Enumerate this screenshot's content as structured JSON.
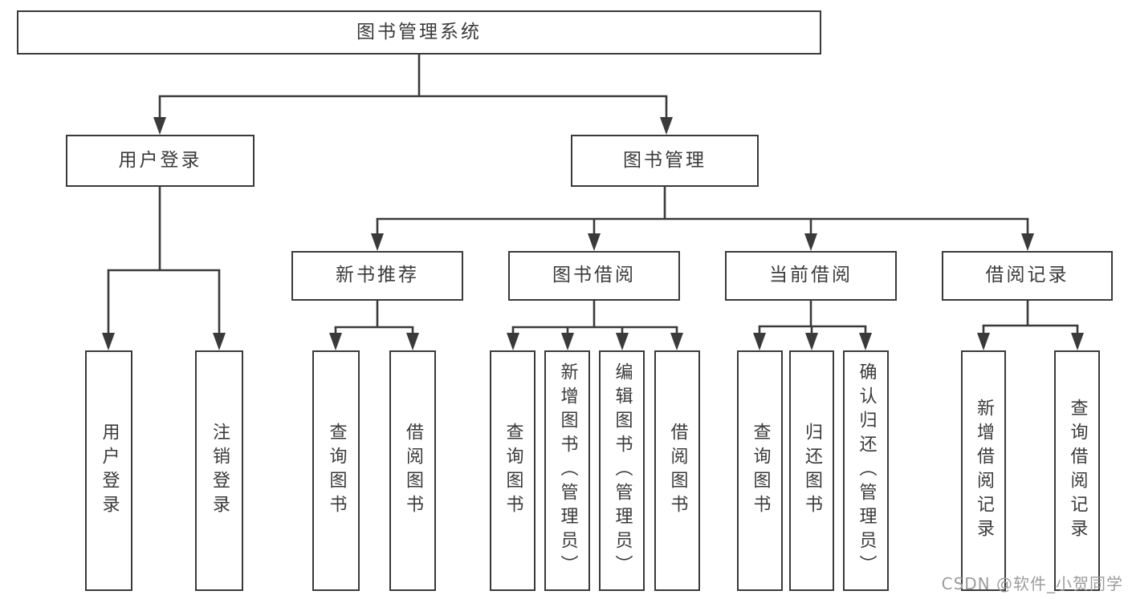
{
  "tree": {
    "label": "图书管理系统",
    "children": [
      {
        "label": "用户登录",
        "children": [
          {
            "label": "用户登录"
          },
          {
            "label": "注销登录"
          }
        ]
      },
      {
        "label": "图书管理",
        "children": [
          {
            "label": "新书推荐",
            "children": [
              {
                "label": "查询图书"
              },
              {
                "label": "借阅图书"
              }
            ]
          },
          {
            "label": "图书借阅",
            "children": [
              {
                "label": "查询图书"
              },
              {
                "label": "新增图书（管理员）"
              },
              {
                "label": "编辑图书（管理员）"
              },
              {
                "label": "借阅图书"
              }
            ]
          },
          {
            "label": "当前借阅",
            "children": [
              {
                "label": "查询图书"
              },
              {
                "label": "归还图书"
              },
              {
                "label": "确认归还（管理员）"
              }
            ]
          },
          {
            "label": "借阅记录",
            "children": [
              {
                "label": "新增借阅记录"
              },
              {
                "label": "查询借阅记录"
              }
            ]
          }
        ]
      }
    ]
  },
  "watermark": "CSDN @软件_小贺同学",
  "colors": {
    "line": "#3a3a3a",
    "text": "#3a3a3a",
    "background": "#ffffff",
    "watermark": "#9c9c9c"
  }
}
